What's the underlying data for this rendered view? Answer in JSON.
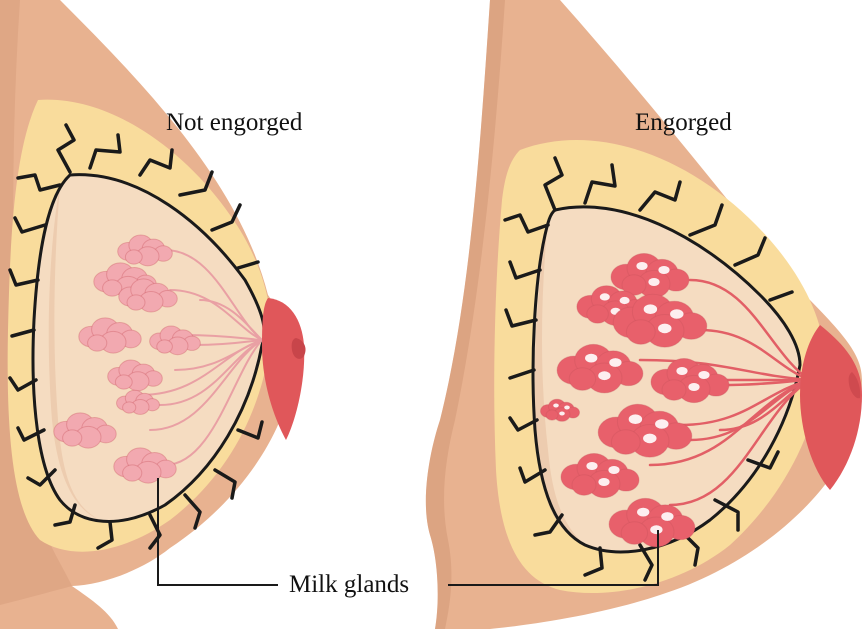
{
  "labels": {
    "left_title": "Not engorged",
    "right_title": "Engorged",
    "callout": "Milk glands"
  },
  "colors": {
    "skin": "#e8b290",
    "skin_shadow": "#cf9272",
    "fat": "#f9dc9c",
    "lobe_area": "#f5dcc1",
    "lobe_area_shade": "#e9c4a6",
    "nipple": "#e0575a",
    "gland_normal": "#f2a9b0",
    "gland_engorged": "#e8606b",
    "duct_normal": "#e9a0a4",
    "duct_engorged": "#e25f66",
    "ligament": "#1a1a1a"
  },
  "panels": [
    {
      "name": "not-engorged",
      "engorged": false
    },
    {
      "name": "engorged",
      "engorged": true
    }
  ]
}
